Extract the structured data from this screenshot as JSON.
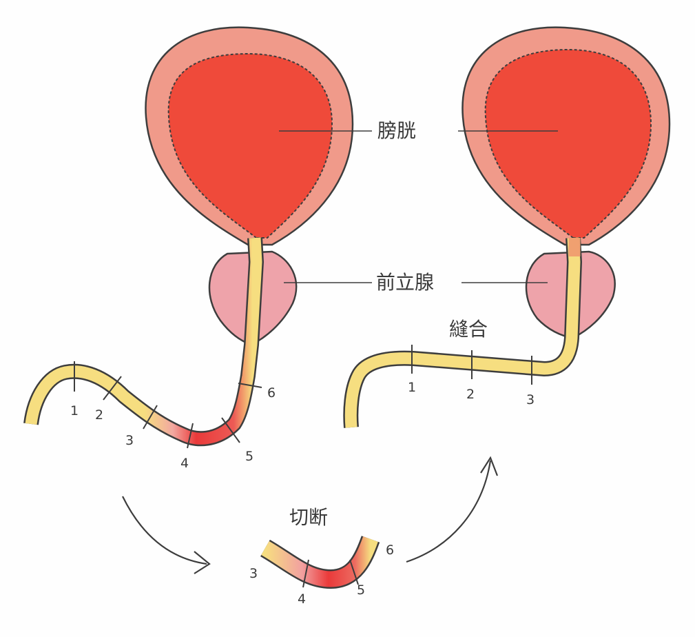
{
  "labels": {
    "bladder": "膀胱",
    "prostate": "前立腺",
    "suture": "縫合",
    "cut": "切断"
  },
  "markers_before": [
    "1",
    "2",
    "3",
    "4",
    "5",
    "6"
  ],
  "markers_cut": [
    "3",
    "4",
    "5",
    "6"
  ],
  "markers_after": [
    "1",
    "2",
    "3"
  ],
  "colors": {
    "bladder_wall": "#f09a8a",
    "bladder_lumen": "#ef4a3a",
    "prostate": "#eea3aa",
    "urethra": "#f6de80",
    "urethra_red": "#ea3a3a",
    "outline": "#3d3d3d"
  }
}
